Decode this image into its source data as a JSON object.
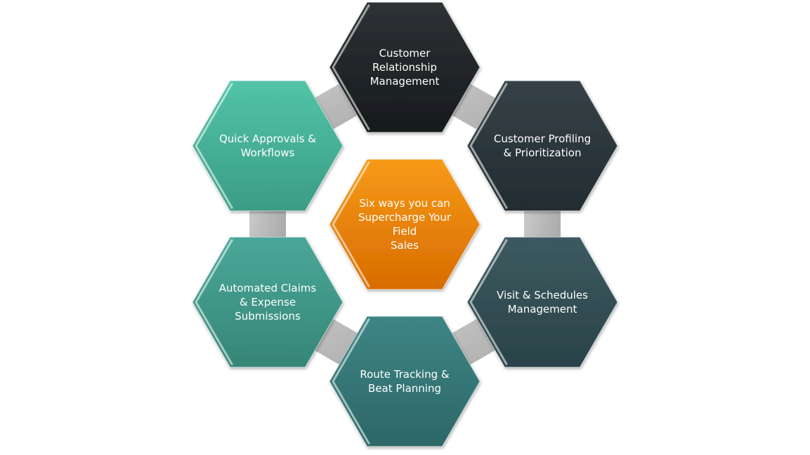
{
  "center": {
    "text": "Six ways you can\nSupercharge Your Field\nSales",
    "color_top": "#f79a18",
    "color_bottom": "#d86c00"
  },
  "hexes": [
    {
      "id": "crm",
      "text": "Customer\nRelationship\nManagement",
      "color_top": "#2e3234",
      "color_bottom": "#161a1c"
    },
    {
      "id": "profiling",
      "text": "Customer Profiling\n& Prioritization",
      "color_top": "#364247",
      "color_bottom": "#222c31"
    },
    {
      "id": "visits",
      "text": "Visit & Schedules\nManagement",
      "color_top": "#3c5a60",
      "color_bottom": "#2a4248"
    },
    {
      "id": "route",
      "text": "Route Tracking &\nBeat Planning",
      "color_top": "#3e8585",
      "color_bottom": "#2d6767"
    },
    {
      "id": "claims",
      "text": "Automated Claims\n& Expense\nSubmissions",
      "color_top": "#4aa798",
      "color_bottom": "#368677"
    },
    {
      "id": "approvals",
      "text": "Quick Approvals &\nWorkflows",
      "color_top": "#52c4a8",
      "color_bottom": "#3b9c86"
    }
  ],
  "connector_color": "#b9b9b9"
}
